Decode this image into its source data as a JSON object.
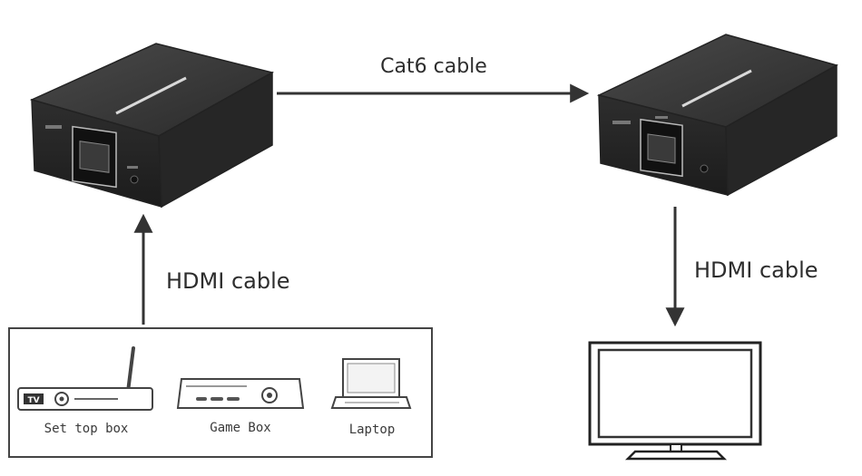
{
  "connections": {
    "cat6_label": "Cat6 cable",
    "hdmi_in_label": "HDMI cable",
    "hdmi_out_label": "HDMI cable"
  },
  "sources": {
    "items": [
      {
        "label": "Set top box",
        "icon": "set-top-box-icon",
        "badge": "TV"
      },
      {
        "label": "Game Box",
        "icon": "game-box-icon"
      },
      {
        "label": "Laptop",
        "icon": "laptop-icon"
      }
    ]
  },
  "display": {
    "icon": "television-icon"
  },
  "colors": {
    "device_body": "#2b2b2b",
    "device_top": "#3a3a3a",
    "arrow": "#333333",
    "outline": "#444444"
  }
}
